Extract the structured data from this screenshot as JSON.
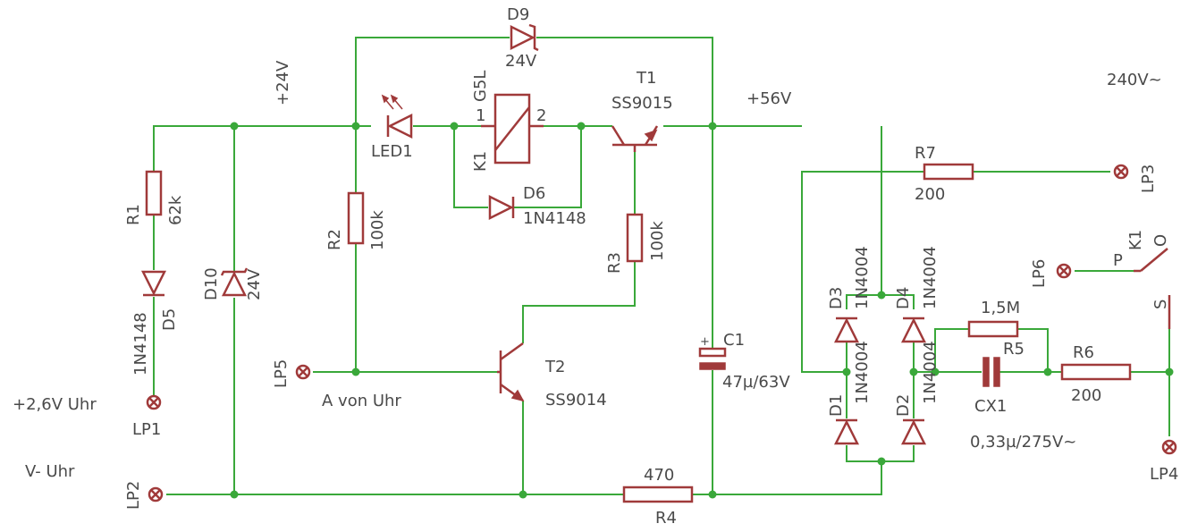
{
  "nets": {
    "v24": "+24V",
    "v56": "+56V",
    "v240": "240V~",
    "uhr_plus": "+2,6V Uhr",
    "uhr_minus": "V- Uhr",
    "a_von_uhr": "A von Uhr"
  },
  "components": {
    "R1": {
      "name": "R1",
      "value": "62k"
    },
    "R2": {
      "name": "R2",
      "value": "100k"
    },
    "R3": {
      "name": "R3",
      "value": "100k"
    },
    "R4": {
      "name": "R4",
      "value": "470"
    },
    "R5": {
      "name": "R5",
      "value": "1,5M"
    },
    "R6": {
      "name": "R6",
      "value": "200"
    },
    "R7": {
      "name": "R7",
      "value": "200"
    },
    "D1": {
      "name": "D1",
      "value": "1N4004"
    },
    "D2": {
      "name": "D2",
      "value": "1N4004"
    },
    "D3": {
      "name": "D3",
      "value": "1N4004"
    },
    "D4": {
      "name": "D4",
      "value": "1N4004"
    },
    "D5": {
      "name": "D5",
      "value": "1N4148"
    },
    "D6": {
      "name": "D6",
      "value": "1N4148"
    },
    "D9": {
      "name": "D9",
      "value": "24V"
    },
    "D10": {
      "name": "D10",
      "value": "24V"
    },
    "LED1": {
      "name": "LED1"
    },
    "K1": {
      "name": "K1",
      "value": "G5L",
      "pin1": "1",
      "pin2": "2",
      "contact_p": "P",
      "contact_s": "S",
      "contact_o": "O"
    },
    "T1": {
      "name": "T1",
      "value": "SS9015"
    },
    "T2": {
      "name": "T2",
      "value": "SS9014"
    },
    "C1": {
      "name": "C1",
      "value": "47µ/63V",
      "polarity": "+"
    },
    "CX1": {
      "name": "CX1",
      "value": "0,33µ/275V~"
    }
  },
  "pads": {
    "LP1": "LP1",
    "LP2": "LP2",
    "LP3": "LP3",
    "LP4": "LP4",
    "LP5": "LP5",
    "LP6": "LP6"
  },
  "colors": {
    "wire": "#3aa83a",
    "component": "#a03a3a",
    "text": "#4a4a4a",
    "background": "#ffffff"
  }
}
